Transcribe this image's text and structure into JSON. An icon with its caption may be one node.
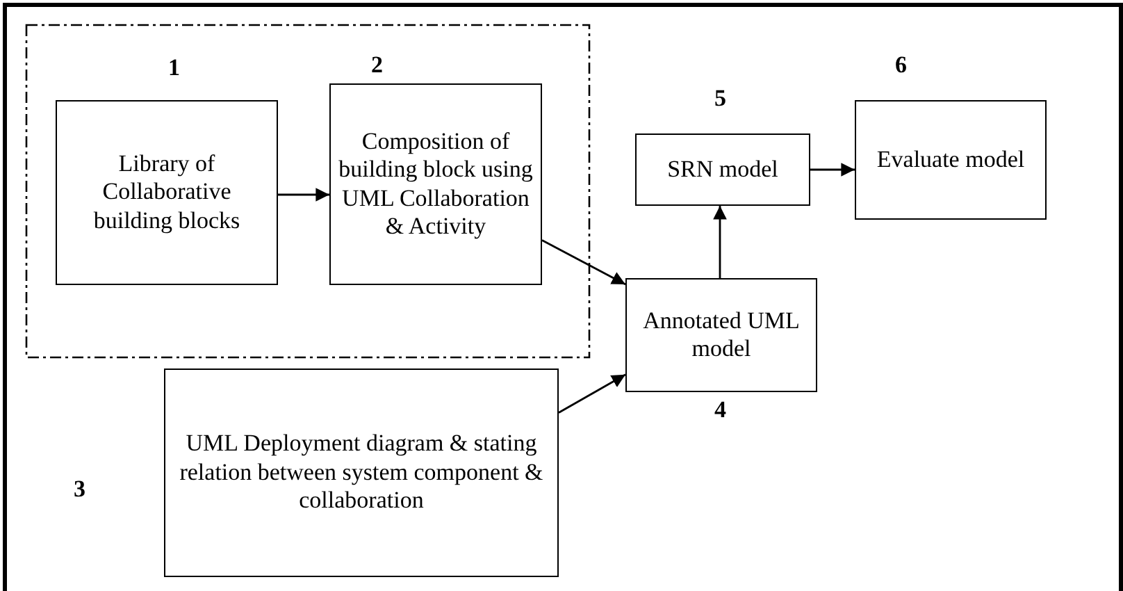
{
  "diagram": {
    "nodes": [
      {
        "text": [],
        "shape": "box"
      },
      {
        "text": [
          "1",
          "Library of Collaborative building blocks"
        ],
        "in": 0
      },
      {
        "text": [
          "2",
          "Composition of building block using UML Collaboration & Activity"
        ],
        "in": 0
      },
      {
        "text": [
          "3",
          "UML Deployment diagram & stating relation between system component & collaboration"
        ]
      },
      {
        "text": [
          "Annotated UML model",
          "4"
        ]
      },
      {
        "text": [
          "5",
          "SRN model"
        ]
      },
      {
        "text": [
          "6",
          "Evaluate model"
        ]
      }
    ],
    "edges": [
      {
        "from": 1,
        "to": 2,
        "arrow": "to"
      },
      {
        "from": 2,
        "to": 4,
        "arrow": "to"
      },
      {
        "from": 3,
        "to": 4,
        "arrow": "to"
      },
      {
        "from": 4,
        "to": 5,
        "arrow": "to"
      },
      {
        "from": 5,
        "to": 6,
        "arrow": "to"
      }
    ]
  }
}
